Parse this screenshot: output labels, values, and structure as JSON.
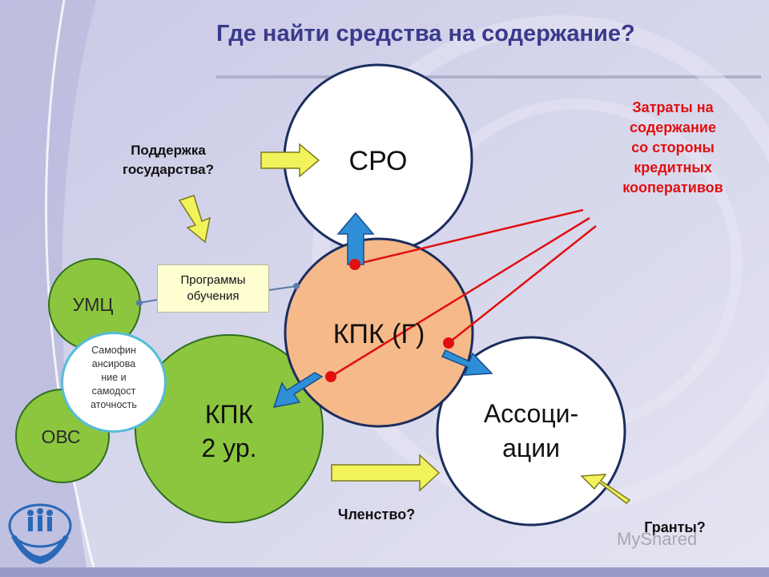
{
  "title": "Где найти средства на содержание?",
  "nodes": {
    "sro": "СРО",
    "kpk_g": "КПК (Г)",
    "kpk2_line1": "КПК",
    "kpk2_line2": "2 ур.",
    "assoc_line1": "Ассоци-",
    "assoc_line2": "ации",
    "umc": "УМЦ",
    "ovs": "ОВС"
  },
  "labels": {
    "gov_line1": "Поддержка",
    "gov_line2": "государства?",
    "costs_line1": "Затраты на",
    "costs_line2": "содержание",
    "costs_line3": "со стороны",
    "costs_line4": "кредитных",
    "costs_line5": "кооперативов",
    "programs_line1": "Программы",
    "programs_line2": "обучения",
    "selffin_line1": "Самофин",
    "selffin_line2": "ансирова",
    "selffin_line3": "ние и",
    "selffin_line4": "самодост",
    "selffin_line5": "аточность",
    "membership": "Членство?",
    "grants": "Гранты?"
  },
  "watermark": "MyShared",
  "colors": {
    "title": "#3a3a8c",
    "green": "#8cc63f",
    "orange": "#f6b98a",
    "red": "#e01010",
    "blue_arrow": "#2f8fd6",
    "yellow_arrow": "#f2f25a"
  }
}
